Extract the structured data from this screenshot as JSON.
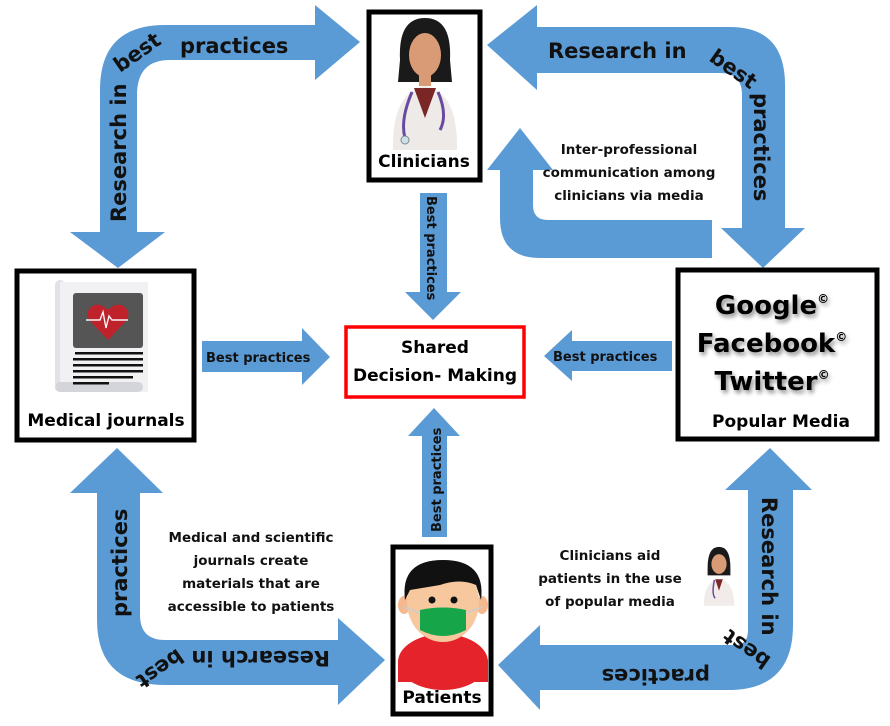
{
  "colors": {
    "arrow": "#5b9bd5",
    "node_border": "#000000",
    "center_border": "#ff0000",
    "text": "#111111"
  },
  "nodes": {
    "clinicians": {
      "label": "Clinicians",
      "icon": "female-doctor-icon"
    },
    "medical_journals": {
      "label": "Medical journals",
      "icon": "journal-heart-icon"
    },
    "popular_media": {
      "brands": [
        "Google",
        "Facebook",
        "Twitter"
      ],
      "copyright_mark": "©",
      "label": "Popular Media"
    },
    "patients": {
      "label": "Patients",
      "icon": "masked-patient-icon"
    },
    "center": {
      "line1": "Shared",
      "line2": "Decision- Making"
    }
  },
  "arrows": {
    "top_left_loop": {
      "part1": "Research in",
      "part2": "best",
      "part3": "practices"
    },
    "top_right_loop": {
      "part1": "Research in",
      "part2": "best",
      "part3": "practices"
    },
    "bottom_left_loop": {
      "part1": "practices",
      "part2": "best",
      "part3": "Research in"
    },
    "bottom_right_loop": {
      "part1": "Research in",
      "part2": "best",
      "part3": "practices"
    },
    "clinicians_to_center": "Best practices",
    "journals_to_center": "Best practices",
    "media_to_center": "Best practices",
    "patients_to_center": "Best practices"
  },
  "notes": {
    "inter_professional": [
      "Inter-professional",
      "communication among",
      "clinicians via media"
    ],
    "journals_patients": [
      "Medical and scientific",
      "journals create",
      "materials that are",
      "accessible to patients"
    ],
    "clinicians_aid": [
      "Clinicians aid",
      "patients in the use",
      "of popular media"
    ]
  }
}
